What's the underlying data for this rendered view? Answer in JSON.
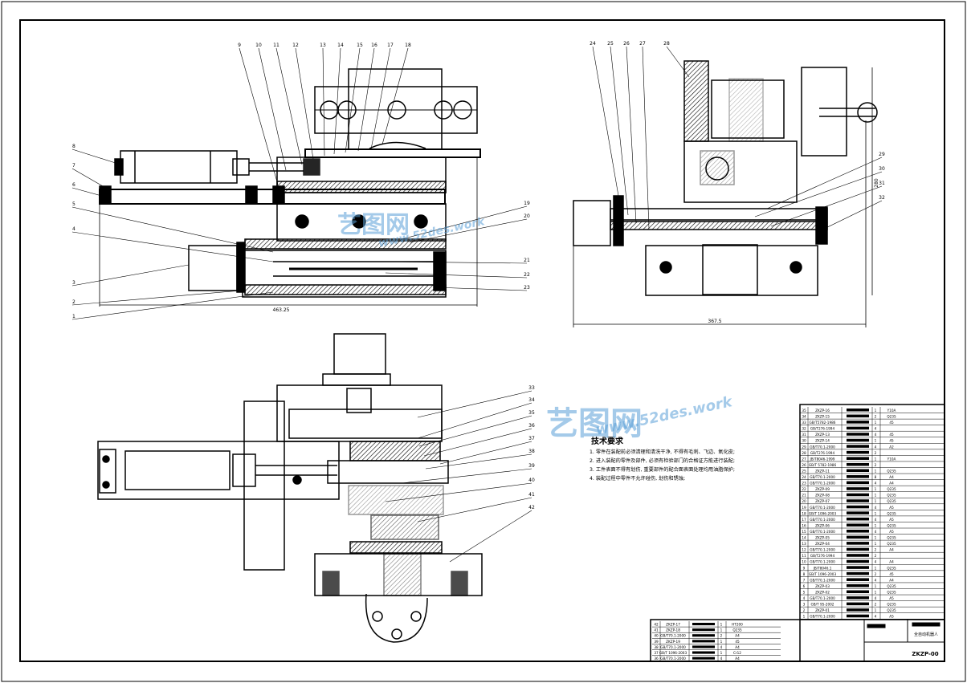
{
  "drawing": {
    "number": "ZKZP-00",
    "title_small": "全自动机器人",
    "watermark_cn": "艺图网",
    "watermark_url": "www.52des.work"
  },
  "dimensions": {
    "front_width": "463.25",
    "side_width": "367.5",
    "side_height": "280"
  },
  "callouts": {
    "front_top": [
      "9",
      "10",
      "11",
      "12",
      "13",
      "14",
      "15",
      "16",
      "17",
      "18"
    ],
    "front_left": [
      "8",
      "7",
      "6",
      "5",
      "4",
      "3",
      "2",
      "1"
    ],
    "front_right": [
      "19",
      "20",
      "21",
      "22",
      "23"
    ],
    "side_top": [
      "24",
      "25",
      "26",
      "27",
      "28"
    ],
    "side_right": [
      "29",
      "30",
      "31",
      "32"
    ],
    "plan_right": [
      "33",
      "34",
      "35",
      "36",
      "37",
      "38",
      "39",
      "40",
      "41",
      "42"
    ]
  },
  "tech_requirements": {
    "title": "技术要求",
    "lines": [
      "1. 零件在装配前必须清理和清洗干净, 不得有毛刺、飞边、氧化皮;",
      "2. 进入装配的零件及部件, 必须有检验部门的合格证方能进行装配;",
      "3. 工件表面不得有划伤, 重要部件的配合面表面处理均用油脂保护;",
      "4. 装配过程中零件不允许碰伤, 划伤和锈蚀;"
    ]
  },
  "bom_right": [
    {
      "no": "35",
      "code": "ZKZP-16",
      "qty": "1",
      "mat": "Y10A"
    },
    {
      "no": "34",
      "code": "ZKZP-15",
      "qty": "2",
      "mat": "Q235"
    },
    {
      "no": "33",
      "code": "GB/T5782-1986",
      "qty": "1",
      "mat": "45"
    },
    {
      "no": "32",
      "code": "GB/T276-1994",
      "qty": "4",
      "mat": ""
    },
    {
      "no": "31",
      "code": "ZKZP-13",
      "qty": "4",
      "mat": "45"
    },
    {
      "no": "30",
      "code": "ZKZP-14",
      "qty": "1",
      "mat": "45"
    },
    {
      "no": "29",
      "code": "GB/T70.1-2000",
      "qty": "4",
      "mat": "A2"
    },
    {
      "no": "28",
      "code": "GB/T276-1994",
      "qty": "2",
      "mat": ""
    },
    {
      "no": "27",
      "code": "JB/T8046-1999",
      "qty": "1",
      "mat": "Y10A"
    },
    {
      "no": "26",
      "code": "GB/T 5782-1986",
      "qty": "2",
      "mat": ""
    },
    {
      "no": "25",
      "code": "ZKZP-11",
      "qty": "1",
      "mat": "Q235"
    },
    {
      "no": "24",
      "code": "GB/T70.1-2000",
      "qty": "8",
      "mat": "A4"
    },
    {
      "no": "23",
      "code": "GB/T70.1-2000",
      "qty": "4",
      "mat": "A4"
    },
    {
      "no": "22",
      "code": "ZKZP-09",
      "qty": "1",
      "mat": "Q235"
    },
    {
      "no": "21",
      "code": "ZKZP-08",
      "qty": "1",
      "mat": "Q235"
    },
    {
      "no": "20",
      "code": "ZKZP-07",
      "qty": "1",
      "mat": "Q235"
    },
    {
      "no": "19",
      "code": "GB/T70.1-2000",
      "qty": "4",
      "mat": "A5"
    },
    {
      "no": "18",
      "code": "GB/T 1096-2003",
      "qty": "1",
      "mat": "Q235"
    },
    {
      "no": "17",
      "code": "GB/T70.1-2000",
      "qty": "4",
      "mat": "A5"
    },
    {
      "no": "16",
      "code": "ZKZP-06",
      "qty": "1",
      "mat": "Q235"
    },
    {
      "no": "15",
      "code": "GB/T70.1-2000",
      "qty": "4",
      "mat": "A5"
    },
    {
      "no": "14",
      "code": "ZKZP-05",
      "qty": "1",
      "mat": "Q235"
    },
    {
      "no": "13",
      "code": "ZKZP-04",
      "qty": "1",
      "mat": "Q235"
    },
    {
      "no": "12",
      "code": "GB/T70.1-2000",
      "qty": "2",
      "mat": "A4"
    },
    {
      "no": "11",
      "code": "GB/T276-1994",
      "qty": "2",
      "mat": ""
    },
    {
      "no": "10",
      "code": "GB/T70.1-2000",
      "qty": "4",
      "mat": "A4"
    },
    {
      "no": "9",
      "code": "JB/T8046.1",
      "qty": "1",
      "mat": "Q235"
    },
    {
      "no": "8",
      "code": "GB/T 1096-2003",
      "qty": "2",
      "mat": "45"
    },
    {
      "no": "7",
      "code": "GB/T70.1-2000",
      "qty": "4",
      "mat": "A4"
    },
    {
      "no": "6",
      "code": "ZKZP-03",
      "qty": "1",
      "mat": "Q235"
    },
    {
      "no": "5",
      "code": "ZKZP-02",
      "qty": "1",
      "mat": "Q235"
    },
    {
      "no": "4",
      "code": "GB/T70.1-2000",
      "qty": "4",
      "mat": "A5"
    },
    {
      "no": "3",
      "code": "GB/T 95-2002",
      "qty": "2",
      "mat": "Q235"
    },
    {
      "no": "2",
      "code": "ZKZP-01",
      "qty": "1",
      "mat": "Q235"
    },
    {
      "no": "1",
      "code": "GB/T70.1-2000",
      "qty": "4",
      "mat": "A5"
    }
  ],
  "bom_bottom": [
    {
      "no": "42",
      "code": "ZKZP-17",
      "qty": "1",
      "mat": "HT200"
    },
    {
      "no": "41",
      "code": "ZKZP-18",
      "qty": "1",
      "mat": "Q235"
    },
    {
      "no": "40",
      "code": "GB/T70.1-2000",
      "qty": "2",
      "mat": "A4"
    },
    {
      "no": "39",
      "code": "ZKZP-19",
      "qty": "1",
      "mat": "45"
    },
    {
      "no": "38",
      "code": "GB/T70.1-2000",
      "qty": "4",
      "mat": "A4"
    },
    {
      "no": "37",
      "code": "GB/T 1096-2003",
      "qty": "1",
      "mat": "Cr12"
    },
    {
      "no": "36",
      "code": "GB/T70.1-2000",
      "qty": "4",
      "mat": "A4"
    }
  ]
}
